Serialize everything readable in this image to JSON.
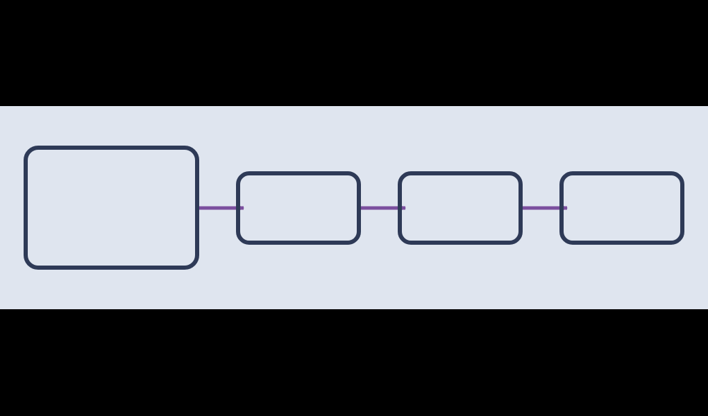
{
  "colors": {
    "background": "#000000",
    "panel": "#dfe5ef",
    "box_stroke": "#2e3a57",
    "connector": "#7b4f9e"
  },
  "diagram": {
    "type": "flow",
    "direction": "left-to-right",
    "nodes": [
      {
        "id": "node-1",
        "label": ""
      },
      {
        "id": "node-2",
        "label": ""
      },
      {
        "id": "node-3",
        "label": ""
      },
      {
        "id": "node-4",
        "label": ""
      }
    ],
    "edges": [
      {
        "from": "node-1",
        "to": "node-2"
      },
      {
        "from": "node-2",
        "to": "node-3"
      },
      {
        "from": "node-3",
        "to": "node-4"
      }
    ]
  }
}
